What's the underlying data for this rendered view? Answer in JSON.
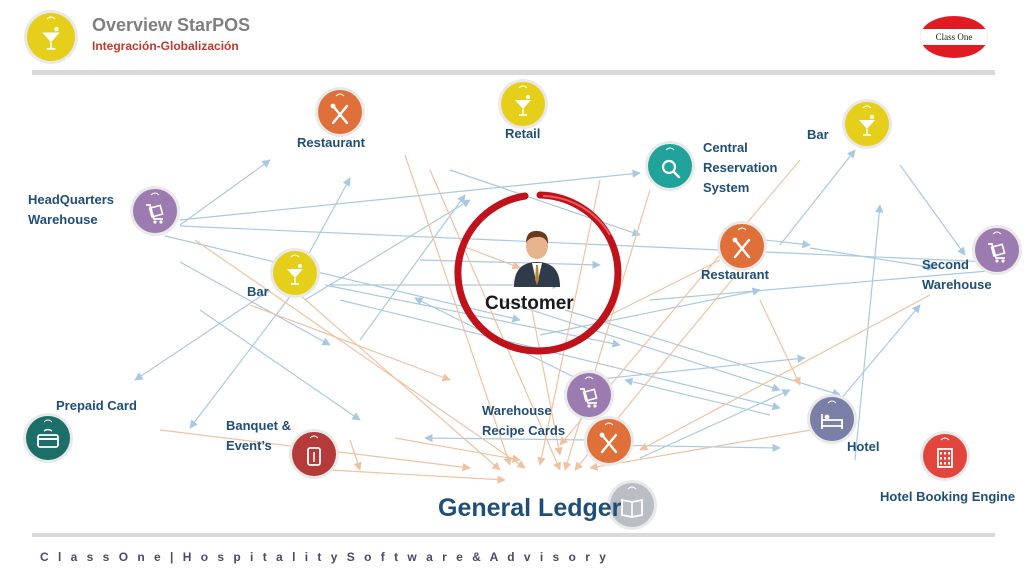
{
  "header": {
    "title": "Overview StarPOS",
    "subtitle": "Integración-Globalización",
    "logo_text": "Class One"
  },
  "footer": {
    "text": "C l a s s O n e | H o s p i t a l i t y S o f t w a r e & A d v i s o r y"
  },
  "center": {
    "label": "Customer",
    "ring_color": "#c0121a"
  },
  "ledger": {
    "label": "General Ledger"
  },
  "colors": {
    "yellow": "#e6cf1a",
    "orange": "#e0703a",
    "teal": "#1fa39a",
    "purple": "#9b7bb0",
    "darkred": "#b53a3a",
    "darkteal": "#1c6e68",
    "slate": "#7a7fa8",
    "red": "#e2453c",
    "gray": "#b9bec4",
    "title": "#1f4e79",
    "arrow_blue": "#a9c9e3",
    "arrow_orange": "#f0c2a2"
  },
  "nodes": [
    {
      "id": "restaurant-top",
      "label": "Restaurant",
      "icon": "fork-knife-icon",
      "color": "orange"
    },
    {
      "id": "retail",
      "label": "Retail",
      "icon": "cocktail-icon",
      "color": "yellow"
    },
    {
      "id": "bar-top-right",
      "label": "Bar",
      "icon": "cocktail-icon",
      "color": "yellow"
    },
    {
      "id": "central-reservation",
      "label": "Central\nReservation\nSystem",
      "icon": "magnifier-icon",
      "color": "teal"
    },
    {
      "id": "headquarters-warehouse",
      "label": "HeadQuarters\nWarehouse",
      "icon": "cart-icon",
      "color": "purple"
    },
    {
      "id": "restaurant-right",
      "label": "Restaurant",
      "icon": "fork-knife-icon",
      "color": "orange"
    },
    {
      "id": "second-warehouse",
      "label": "Second\nWarehouse",
      "icon": "cart-icon",
      "color": "purple"
    },
    {
      "id": "bar-left",
      "label": "Bar",
      "icon": "cocktail-icon",
      "color": "yellow"
    },
    {
      "id": "prepaid-card",
      "label": "Prepaid Card",
      "icon": "card-icon",
      "color": "darkteal"
    },
    {
      "id": "banquet-events",
      "label": "Banquet &\nEvent’s",
      "icon": "bottle-icon",
      "color": "darkred"
    },
    {
      "id": "warehouse-recipe-cards",
      "label": "Warehouse\nRecipe Cards",
      "icon": "cart-icon",
      "color": "purple"
    },
    {
      "id": "restaurant-bottom",
      "label": "",
      "icon": "fork-knife-icon",
      "color": "orange"
    },
    {
      "id": "hotel",
      "label": "Hotel",
      "icon": "bed-icon",
      "color": "slate"
    },
    {
      "id": "hotel-booking-engine",
      "label": "Hotel Booking Engine",
      "icon": "building-icon",
      "color": "red"
    },
    {
      "id": "general-ledger",
      "label": "",
      "icon": "book-icon",
      "color": "gray"
    },
    {
      "id": "title-logo",
      "label": "",
      "icon": "cocktail-icon",
      "color": "yellow"
    }
  ]
}
